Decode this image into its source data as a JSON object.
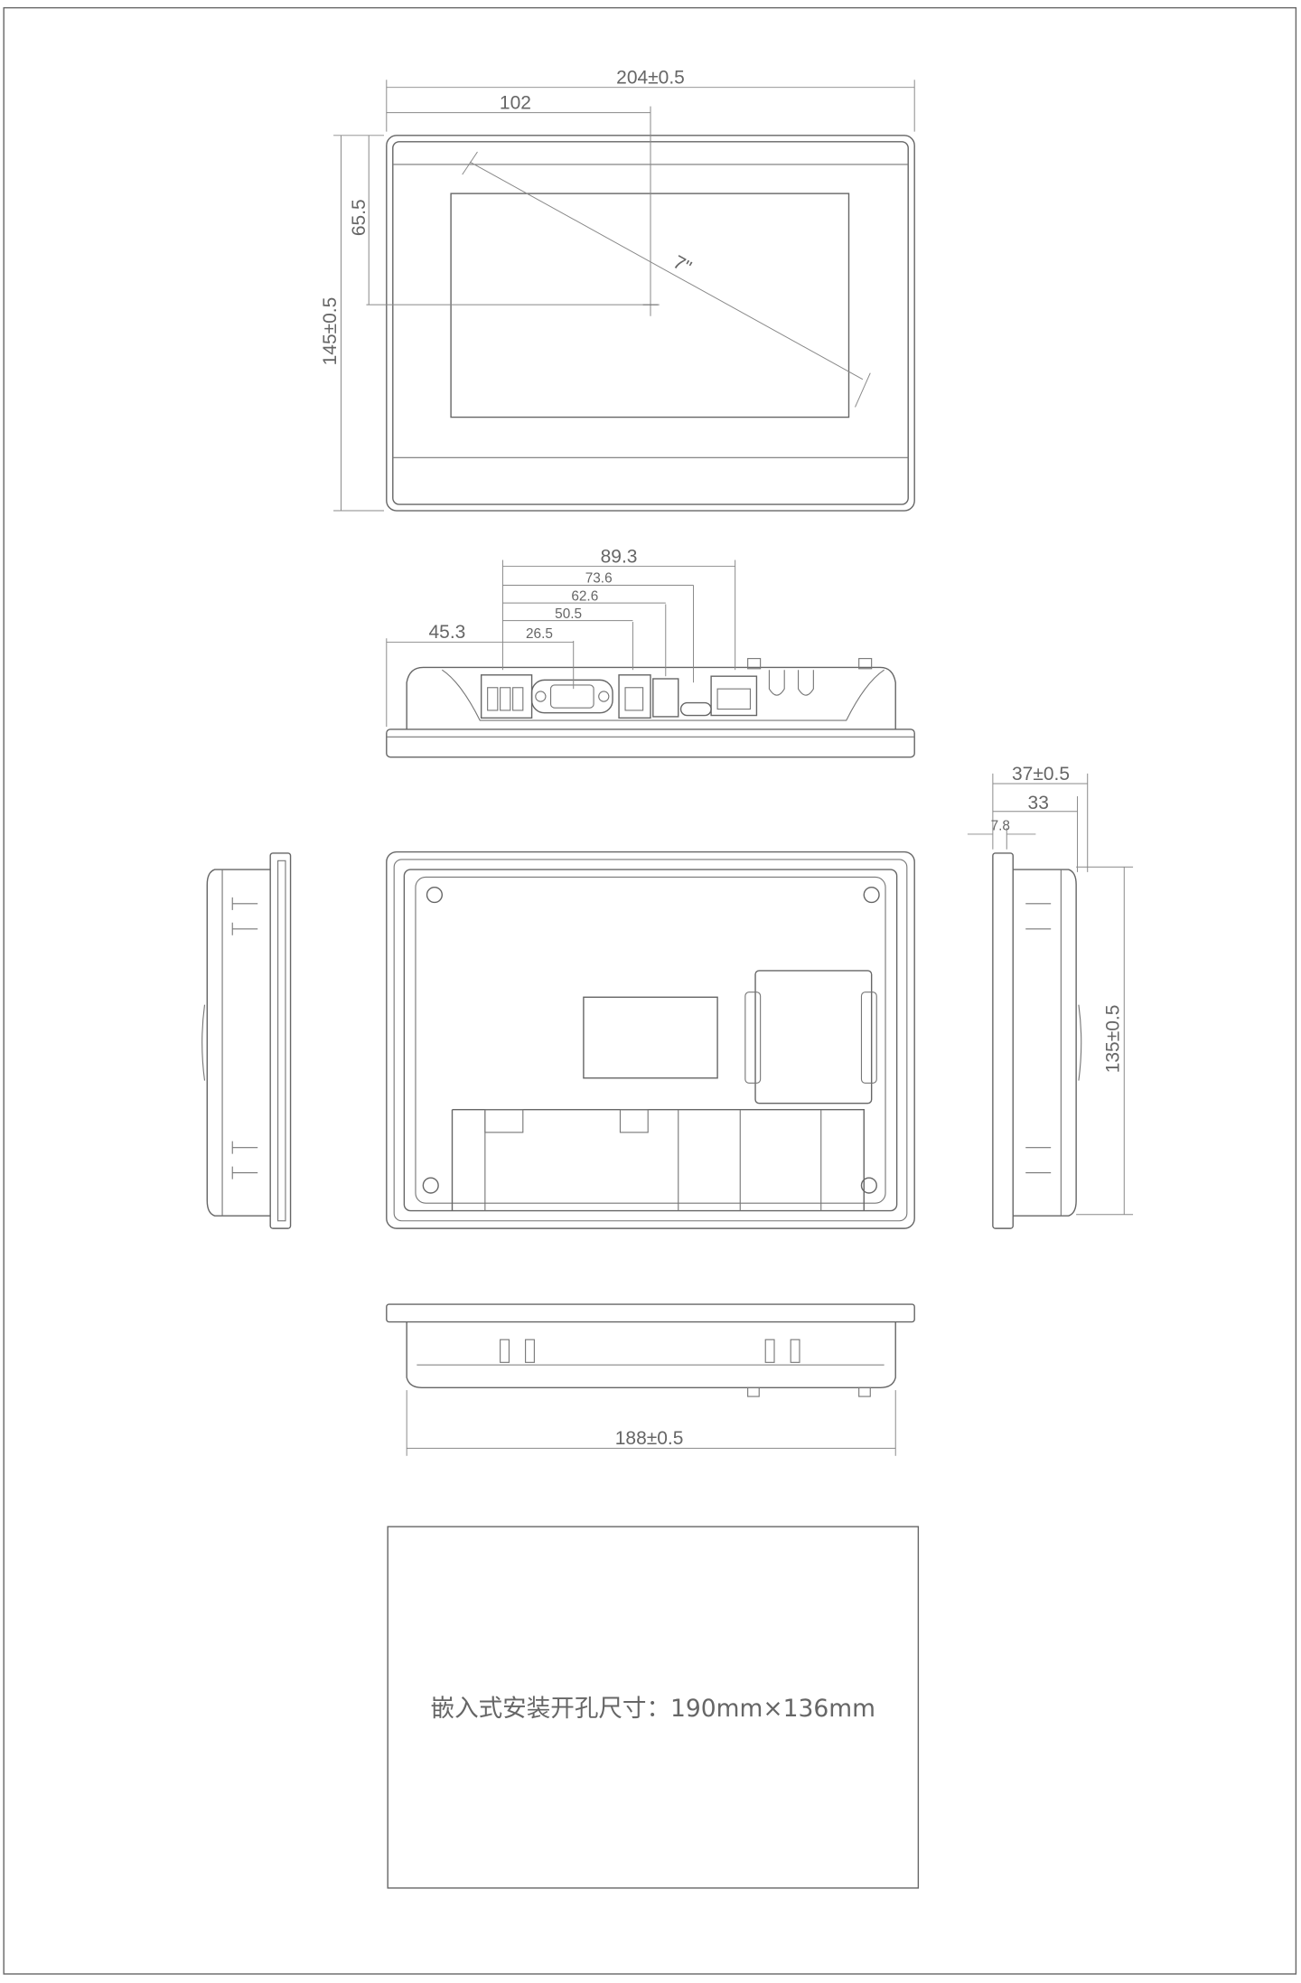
{
  "front_view": {
    "width_dim": "204±0.5",
    "center_dim": "102",
    "center_height_dim": "65.5",
    "height_dim": "145±0.5",
    "diagonal_label": "7\""
  },
  "top_view": {
    "dims": [
      "89.3",
      "73.6",
      "62.6",
      "50.5",
      "26.5"
    ],
    "offset_dim": "45.3"
  },
  "side_view": {
    "depth_dim": "37±0.5",
    "body_dim": "33",
    "bezel_dim": "7.8",
    "height_dim": "135±0.5"
  },
  "bottom_view": {
    "width_dim": "188±0.5"
  },
  "cutout": {
    "text": "嵌入式安装开孔尺寸：190mm×136mm"
  },
  "colors": {
    "line": "#666666",
    "background": "#ffffff"
  }
}
